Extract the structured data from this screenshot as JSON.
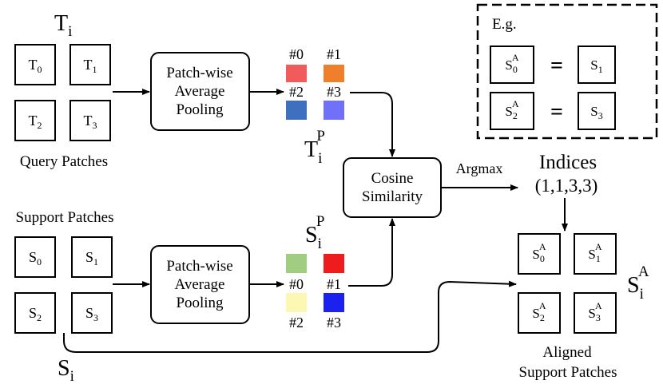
{
  "query": {
    "title_main": "T",
    "title_sub": "i",
    "patches": [
      {
        "main": "T",
        "sub": "0"
      },
      {
        "main": "T",
        "sub": "1"
      },
      {
        "main": "T",
        "sub": "2"
      },
      {
        "main": "T",
        "sub": "3"
      }
    ],
    "caption": "Query Patches"
  },
  "support": {
    "caption": "Support Patches",
    "patches": [
      {
        "main": "S",
        "sub": "0"
      },
      {
        "main": "S",
        "sub": "1"
      },
      {
        "main": "S",
        "sub": "2"
      },
      {
        "main": "S",
        "sub": "3"
      }
    ],
    "bottom_main": "S",
    "bottom_sub": "i"
  },
  "pool_top": {
    "line1": "Patch-wise",
    "line2": "Average",
    "line3": "Pooling"
  },
  "pool_bottom": {
    "line1": "Patch-wise",
    "line2": "Average",
    "line3": "Pooling"
  },
  "query_pooled": {
    "labels": [
      "#0",
      "#1",
      "#2",
      "#3"
    ],
    "colors": [
      "#f25b5b",
      "#ef7f2a",
      "#3f6fbf",
      "#7070f8"
    ],
    "label_main": "T",
    "label_sub": "i",
    "label_sup": "P"
  },
  "support_pooled": {
    "labels": [
      "#0",
      "#1",
      "#2",
      "#3"
    ],
    "colors": [
      "#a1cd82",
      "#ee1c1c",
      "#fdf7b4",
      "#1b22f0"
    ],
    "label_main": "S",
    "label_sub": "i",
    "label_sup": "P"
  },
  "cosine": {
    "line1": "Cosine",
    "line2": "Similarity"
  },
  "argmax_label": "Argmax",
  "indices": {
    "title": "Indices",
    "value": "(1,1,3,3)"
  },
  "example": {
    "title": "E.g.",
    "rows": [
      {
        "left_main": "S",
        "left_sub": "0",
        "left_sup": "A",
        "eq": "=",
        "right_main": "S",
        "right_sub": "1"
      },
      {
        "left_main": "S",
        "left_sub": "2",
        "left_sup": "A",
        "eq": "=",
        "right_main": "S",
        "right_sub": "3"
      }
    ]
  },
  "aligned": {
    "patches": [
      {
        "main": "S",
        "sub": "0",
        "sup": "A"
      },
      {
        "main": "S",
        "sub": "1",
        "sup": "A"
      },
      {
        "main": "S",
        "sub": "2",
        "sup": "A"
      },
      {
        "main": "S",
        "sub": "3",
        "sup": "A"
      }
    ],
    "label_main": "S",
    "label_sub": "i",
    "label_sup": "A",
    "caption_line1": "Aligned",
    "caption_line2": "Support Patches"
  }
}
